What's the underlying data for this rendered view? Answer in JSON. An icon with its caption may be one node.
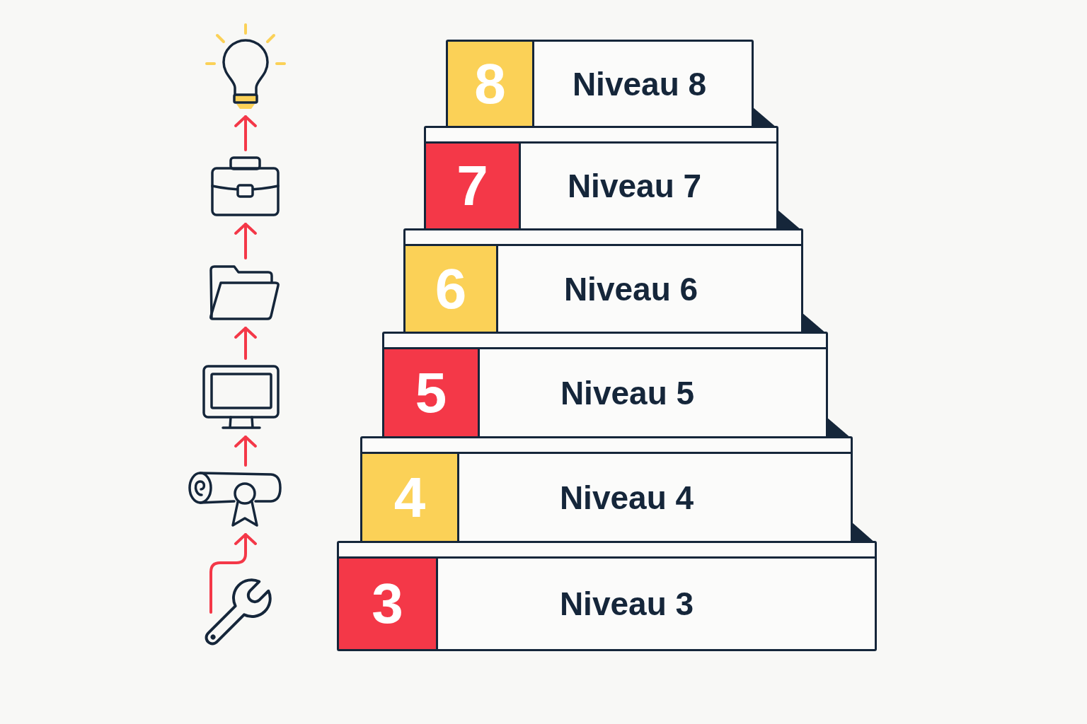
{
  "diagram": {
    "nodes": [
      {
        "text": [
          "8",
          "Niveau 8"
        ]
      },
      {
        "text": [
          "7",
          "Niveau 7"
        ]
      },
      {
        "text": [
          "6",
          "Niveau 6"
        ]
      },
      {
        "text": [
          "5",
          "Niveau 5"
        ]
      },
      {
        "text": [
          "4",
          "Niveau 4"
        ]
      },
      {
        "text": [
          "3",
          "Niveau 3"
        ]
      },
      {
        "text": [],
        "shape": "picture"
      },
      {
        "text": [],
        "shape": "picture"
      },
      {
        "text": [],
        "shape": "picture"
      },
      {
        "text": [],
        "shape": "picture"
      },
      {
        "text": [],
        "shape": "picture"
      },
      {
        "text": [],
        "shape": "picture"
      }
    ],
    "edges": [
      {
        "from": 11,
        "to": 10,
        "arrow": "to"
      },
      {
        "from": 10,
        "to": 9,
        "arrow": "to"
      },
      {
        "from": 9,
        "to": 8,
        "arrow": "to"
      },
      {
        "from": 8,
        "to": 7,
        "arrow": "to"
      },
      {
        "from": 7,
        "to": 6,
        "arrow": "to"
      }
    ]
  }
}
